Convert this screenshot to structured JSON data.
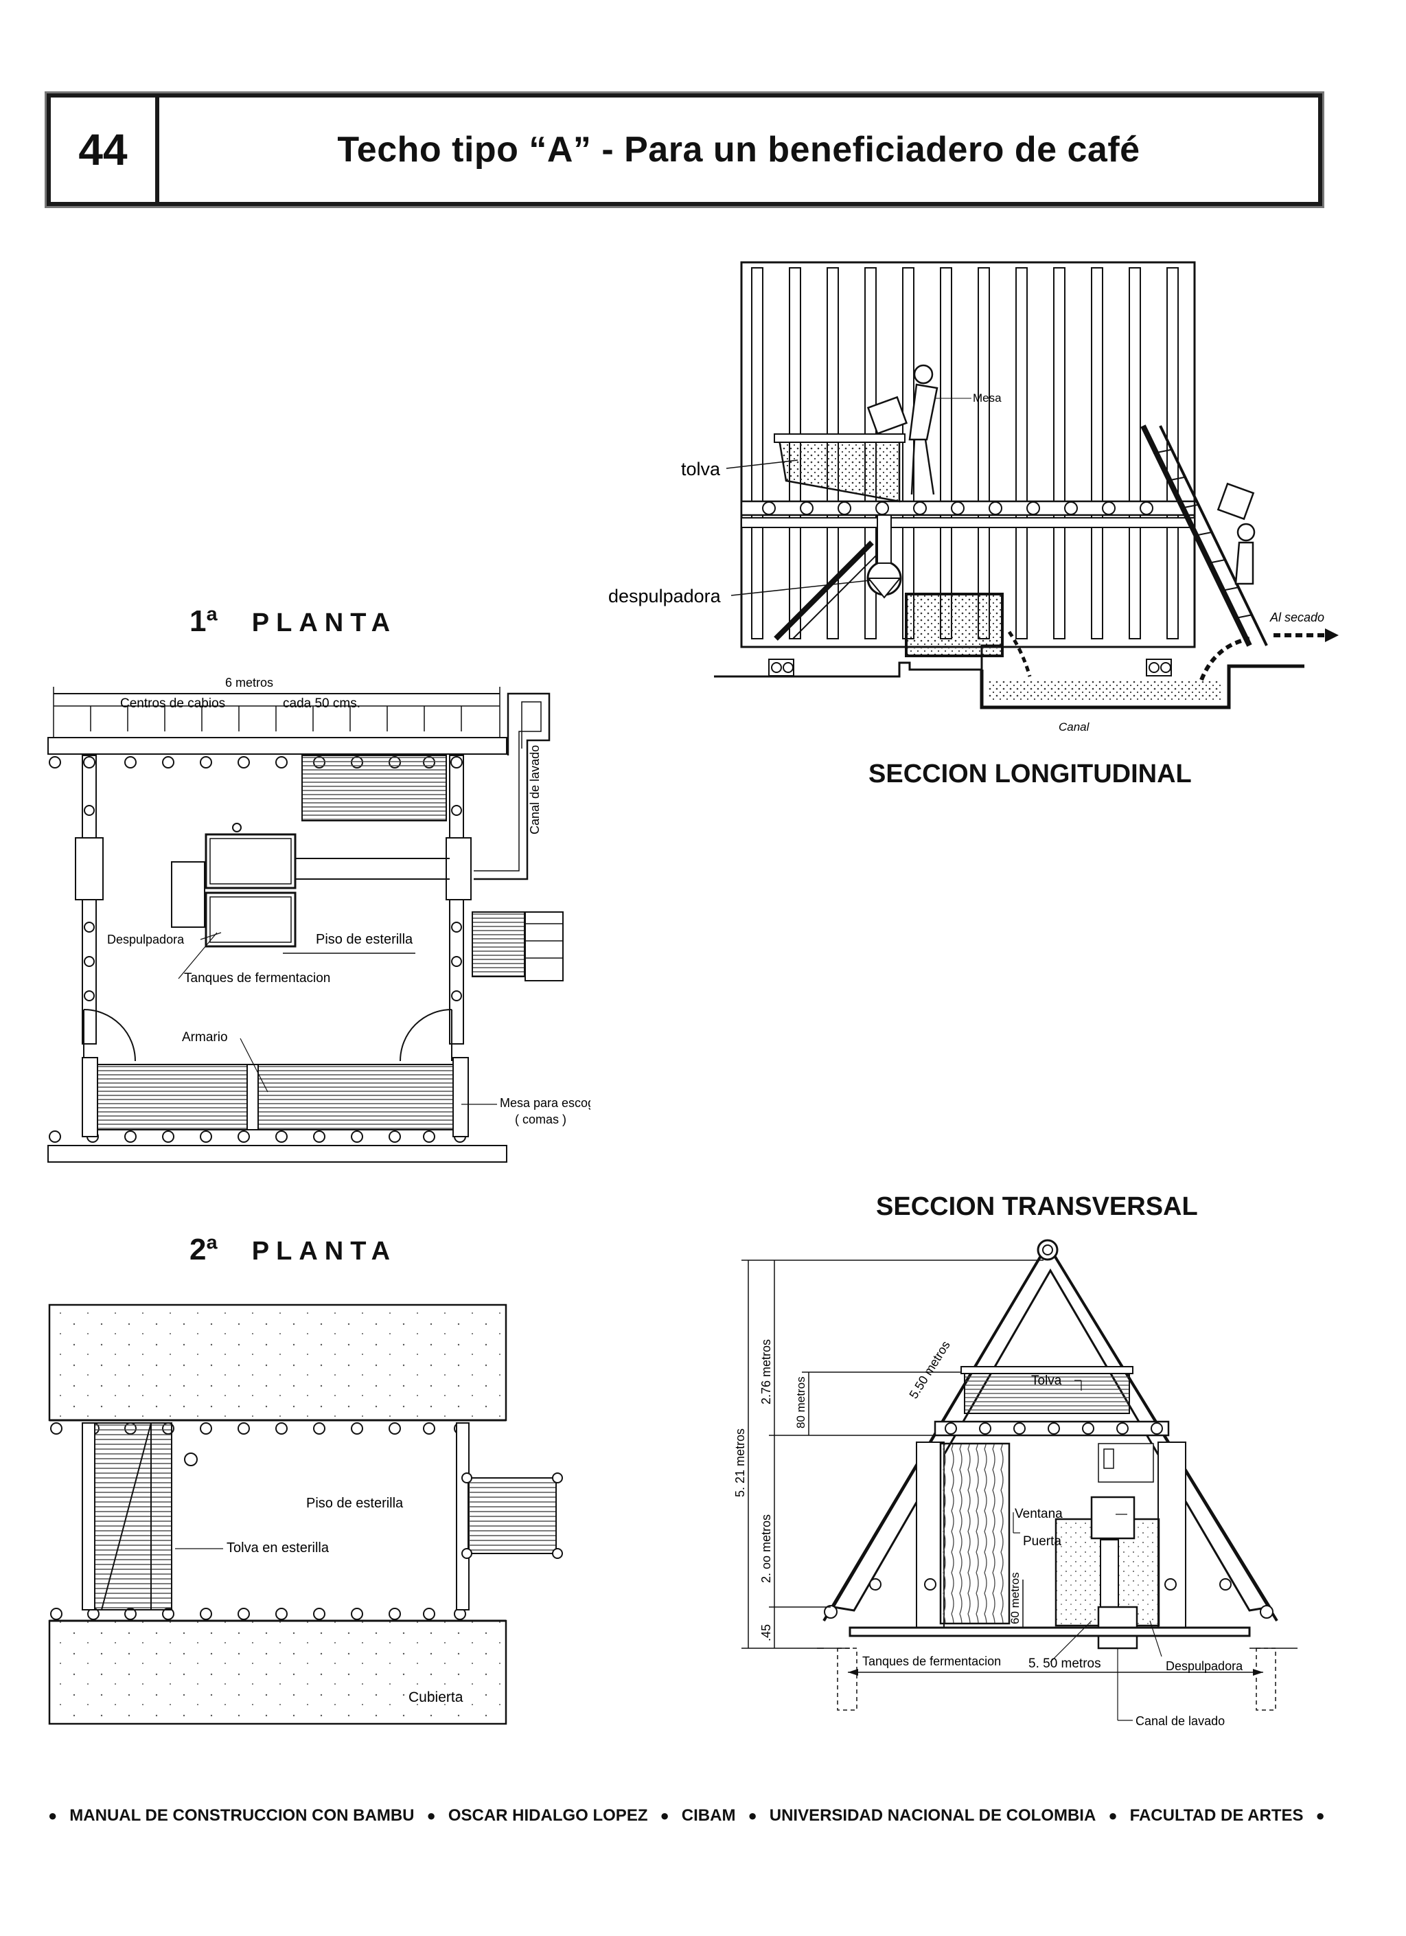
{
  "header": {
    "page_number": "44",
    "title": "Techo tipo “A” - Para un beneficiadero de café"
  },
  "planta1": {
    "number": "1ª",
    "label": "PLANTA",
    "dim_total": "6 metros",
    "dim_centros": "Centros de cabios",
    "dim_cada": "cada 50 cms.",
    "canal": "Canal de lavado",
    "despulpadora": "Despulpadora",
    "piso": "Piso de esterilla",
    "tanques": "Tanques de fermentacion",
    "armario": "Armario",
    "mesa": "Mesa para escoger cafe",
    "mesa_sub": "( comas )"
  },
  "planta2": {
    "number": "2ª",
    "label": "PLANTA",
    "piso": "Piso de esterilla",
    "tolva": "Tolva en esterilla",
    "cubierta": "Cubierta"
  },
  "long": {
    "title": "SECCION LONGITUDINAL",
    "tolva": "tolva",
    "despulpadora": "despulpadora",
    "mesa": "Mesa",
    "secado": "Al secado",
    "canal": "Canal"
  },
  "trans": {
    "title": "SECCION TRANSVERSAL",
    "d_550_roof": "5.50 metros",
    "d_276": "2.76 metros",
    "d_80": "80 metros",
    "d_521": "5. 21 metros",
    "d_200": "2. oo metros",
    "d_45": ".45",
    "d_60": "60 metros",
    "d_550_base": "5. 50 metros",
    "tolva": "Tolva",
    "ventana": "Ventana",
    "puerta": "Puerta",
    "tanques": "Tanques de fermentacion",
    "despulpadora": "Despulpadora",
    "canal": "Canal de lavado"
  },
  "footer": {
    "items": [
      "MANUAL DE CONSTRUCCION CON BAMBU",
      "OSCAR HIDALGO LOPEZ",
      "CIBAM",
      "UNIVERSIDAD NACIONAL DE COLOMBIA",
      "FACULTAD DE ARTES"
    ]
  }
}
